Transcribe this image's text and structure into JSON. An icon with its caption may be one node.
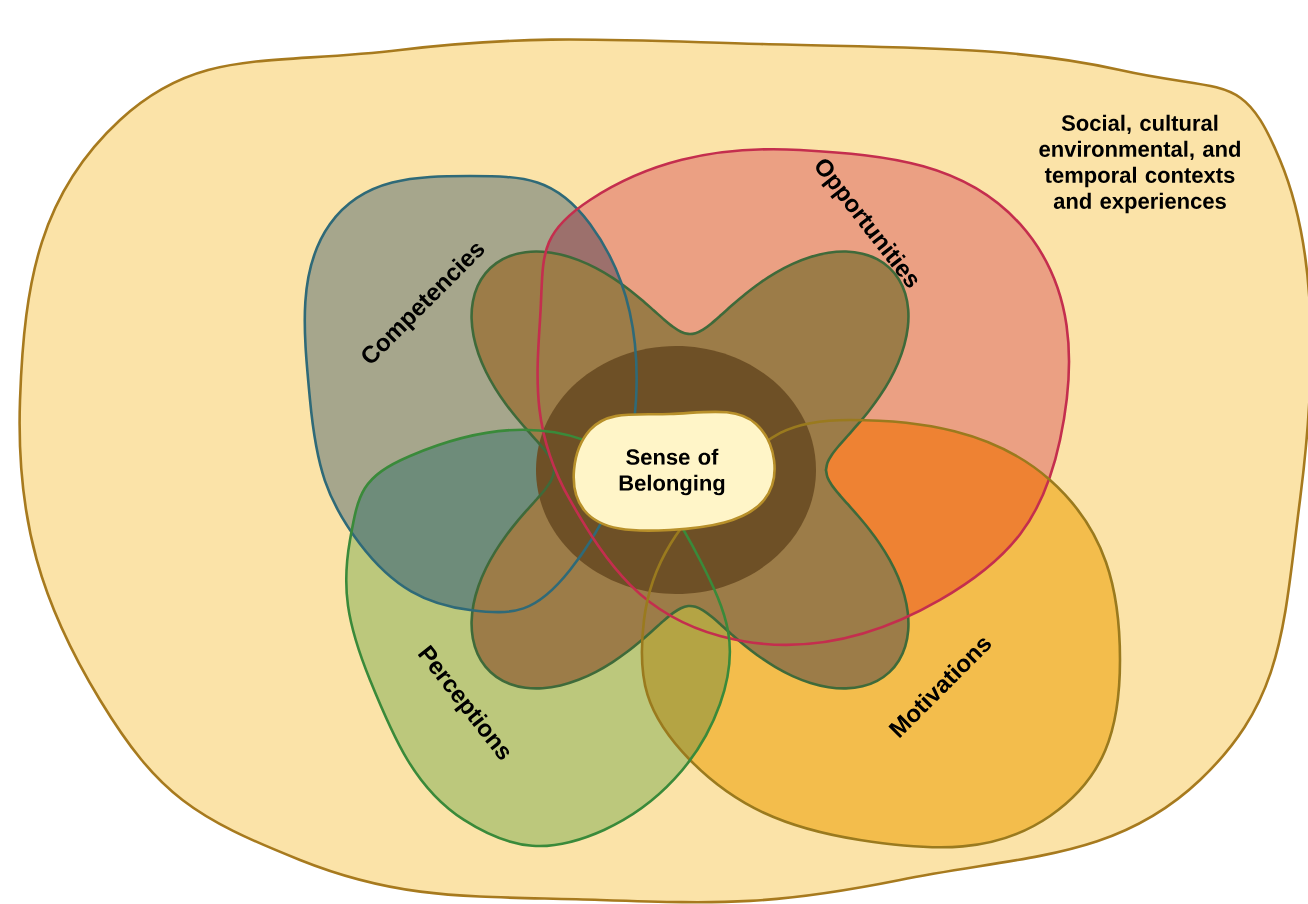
{
  "diagram": {
    "nodes": [
      {
        "text": [
          "Social, cultural environmental, and temporal contexts and experiences"
        ]
      },
      {
        "text": [
          "Competencies"
        ],
        "in": 0
      },
      {
        "text": [
          "Opportunities"
        ],
        "in": 0
      },
      {
        "text": [
          "Motivations"
        ],
        "in": 0
      },
      {
        "text": [
          "Perceptions"
        ],
        "in": 0
      },
      {
        "text": [
          "Sense of Belonging"
        ],
        "in": 2
      }
    ]
  }
}
